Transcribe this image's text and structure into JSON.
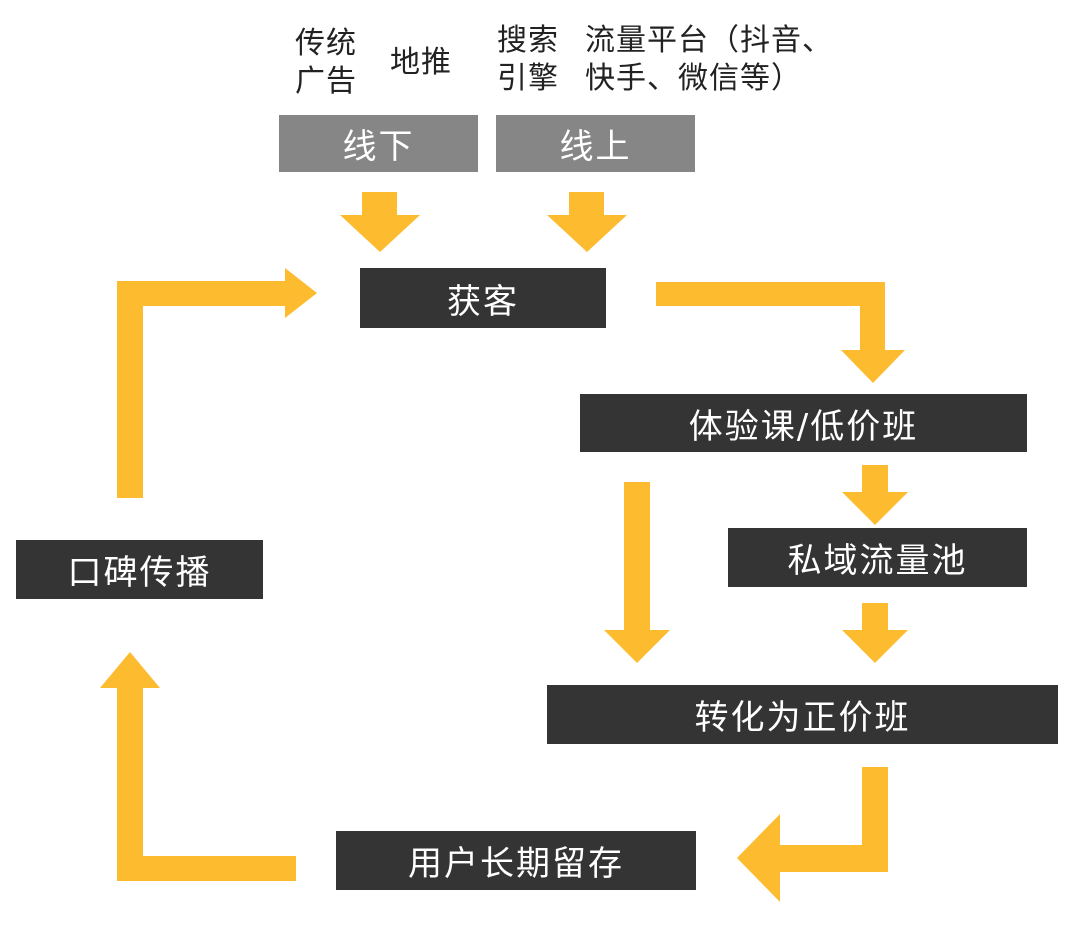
{
  "colors": {
    "arrow": "#FDBB2F",
    "box_dark": "#343434",
    "box_gray": "#868686",
    "box_text": "#FFFFFF",
    "label_text": "#222222"
  },
  "top_labels": {
    "traditional_ads": "传统\n广告",
    "ground_promotion": "地推",
    "search_engine": "搜索\n引擎",
    "traffic_platforms": "流量平台（抖音、\n快手、微信等）"
  },
  "nodes": {
    "offline": "线下",
    "online": "线上",
    "acquire": "获客",
    "trial": "体验课/低价班",
    "private_pool": "私域流量池",
    "convert": "转化为正价班",
    "retention": "用户长期留存",
    "word_of_mouth": "口碑传播"
  },
  "edges": [
    {
      "from": "offline",
      "to": "acquire"
    },
    {
      "from": "online",
      "to": "acquire"
    },
    {
      "from": "acquire",
      "to": "trial"
    },
    {
      "from": "trial",
      "to": "private_pool"
    },
    {
      "from": "trial",
      "to": "convert"
    },
    {
      "from": "private_pool",
      "to": "convert"
    },
    {
      "from": "convert",
      "to": "retention"
    },
    {
      "from": "retention",
      "to": "word_of_mouth"
    },
    {
      "from": "word_of_mouth",
      "to": "acquire"
    }
  ]
}
